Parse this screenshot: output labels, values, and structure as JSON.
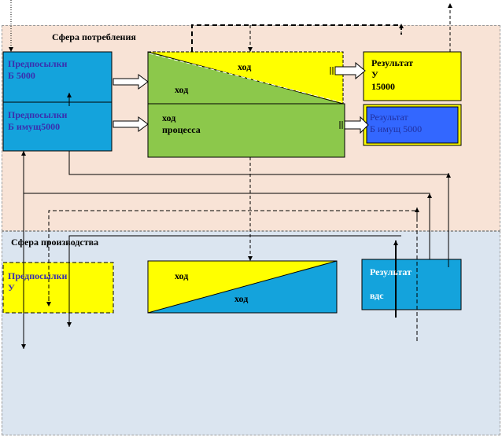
{
  "zones": {
    "consumption": {
      "title": "Сфера потребления",
      "color": "#f8e3d6"
    },
    "production": {
      "title": "Сфера производства",
      "color": "#dbe5f0"
    }
  },
  "colors": {
    "blue": "#14a3dc",
    "green": "#8cc84b",
    "yellow": "#ffff00",
    "dark_blue": "#3367ff",
    "line": "#000000"
  },
  "blocks": {
    "prereq_b": "Предпосылки\nБ 5000",
    "prereq_b_prop": "Предпосылки\nБ имущ5000",
    "process_top_upper": "ход",
    "process_top_lower": "ход",
    "process_mid": "ход\nпроцесса",
    "result_u": "Результат\nУ\n15000",
    "result_b_prop": "Результат\nБ имущ  5000",
    "prereq_u": "Предпосылки\nУ",
    "process_bottom_upper": "ход",
    "process_bottom_lower": "ход",
    "result_vds": "Результат\n\nвдс"
  }
}
